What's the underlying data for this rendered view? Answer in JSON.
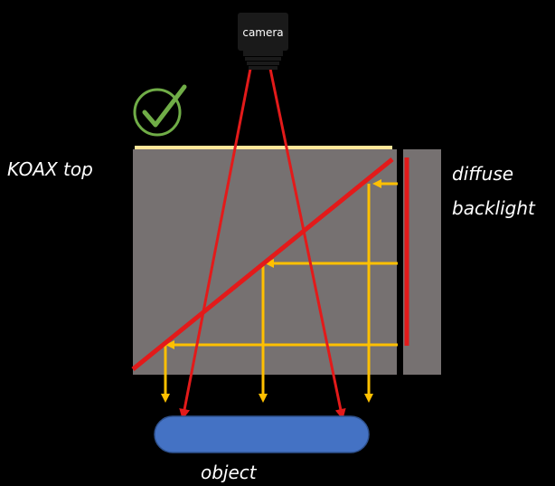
{
  "labels": {
    "camera": "camera",
    "koax_top": "KOAX top",
    "diffuse": "diffuse",
    "backlight": "backlight",
    "object": "object"
  },
  "colors": {
    "background": "#000000",
    "prism": "#767171",
    "beam_splitter": "#e31a1a",
    "light_rays": "#ffc000",
    "top_strip": "#ffe699",
    "object": "#4472c4",
    "check": "#70ad47",
    "camera_body": "#1a1a1a",
    "text": "#ffffff"
  },
  "icons": {
    "status": "check-circle-icon",
    "camera": "camera-icon"
  }
}
